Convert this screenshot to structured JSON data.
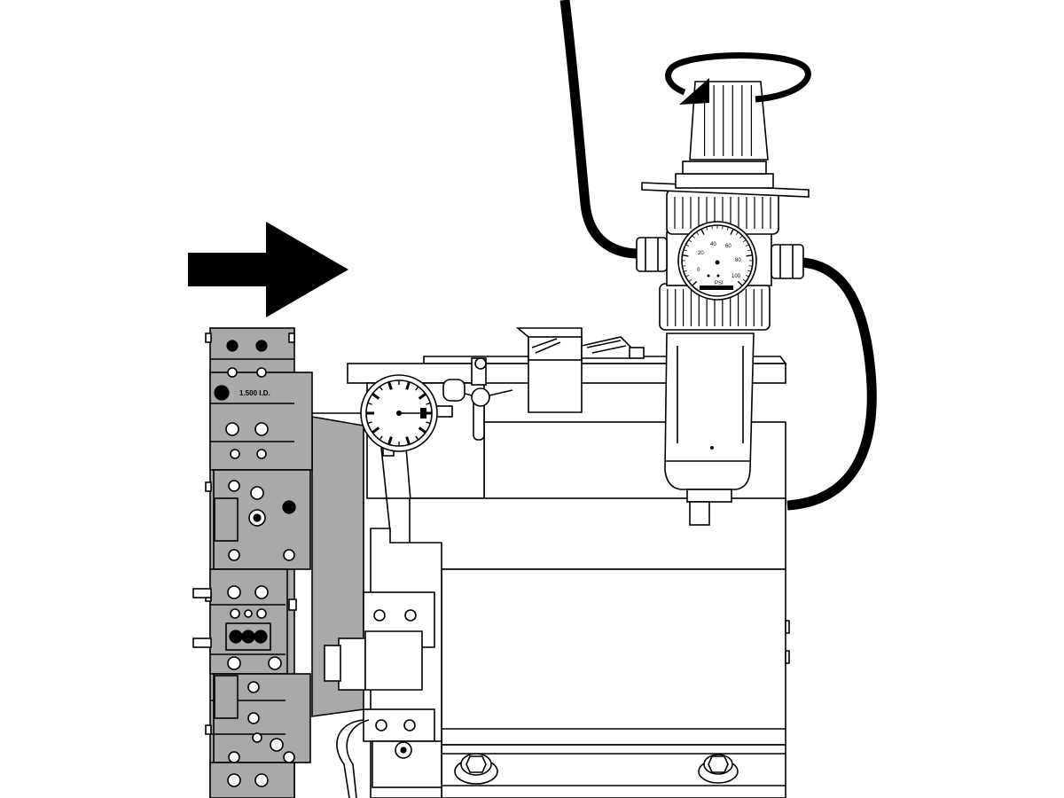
{
  "colors": {
    "background": "#ffffff",
    "line": "#000000",
    "fixture_gray": "#a9a9a9"
  },
  "fixture": {
    "label": "1.500 I.D."
  },
  "pressure_gauge": {
    "scale_labels": [
      "0",
      "20",
      "40",
      "60",
      "80",
      "100"
    ],
    "unit": "PSI"
  },
  "icons": {
    "direction_arrow": "right-arrow-icon",
    "rotation_arrow": "clockwise-rotation-icon"
  }
}
